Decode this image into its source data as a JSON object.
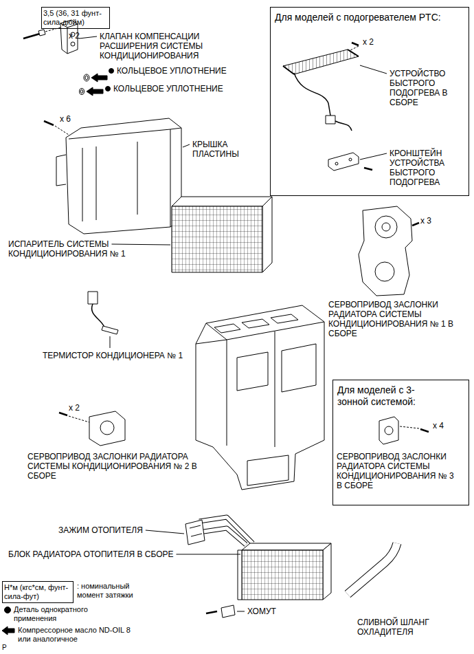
{
  "diagram": {
    "nodes": [
      {
        "text": [
          "3,5 (36, 31 фунт-сила-дюйм)"
        ]
      },
      {
        "text": [
          "Для моделей с подогревателем PTC:"
        ]
      },
      {
        "text": [
          "Для моделей с 3-зонной системой:"
        ]
      },
      {
        "text": [
          "Н*м (кгс*см, фунт-сила-фут)"
        ]
      }
    ],
    "labels": [
      "x 2",
      "КЛАПАН КОМПЕНСАЦИИ РАСШИРЕНИЯ СИСТЕМЫ КОНДИЦИОНИРОВАНИЯ",
      "КОЛЬЦЕВОЕ УПЛОТНЕНИЕ",
      "КОЛЬЦЕВОЕ УПЛОТНЕНИЕ",
      "x 6",
      "КРЫШКА ПЛАСТИНЫ",
      "ИСПАРИТЕЛЬ СИСТЕМЫ КОНДИЦИОНИРОВАНИЯ № 1",
      "x 2",
      "УСТРОЙСТВО БЫСТРОГО ПОДОГРЕВА В СБОРЕ",
      "КРОНШТЕЙН УСТРОЙСТВА БЫСТРОГО ПОДОГРЕВА",
      "x 3",
      "СЕРВОПРИВОД ЗАСЛОНКИ РАДИАТОРА СИСТЕМЫ КОНДИЦИОНИРОВАНИЯ № 1 В СБОРЕ",
      "ТЕРМИСТОР КОНДИЦИОНЕРА № 1",
      "x 2",
      "СЕРВОПРИВОД ЗАСЛОНКИ РАДИАТОРА СИСТЕМЫ КОНДИЦИОНИРОВАНИЯ № 2 В СБОРЕ",
      "x 4",
      "СЕРВОПРИВОД ЗАСЛОНКИ РАДИАТОРА СИСТЕМЫ КОНДИЦИОНИРОВАНИЯ № 3 В СБОРЕ",
      "ЗАЖИМ ОТОПИТЕЛЯ",
      "БЛОК РАДИАТОРА ОТОПИТЕЛЯ В СБОРЕ",
      "ХОМУТ",
      "СЛИВНОЙ ШЛАНГ ОХЛАДИТЕЛЯ",
      "P"
    ],
    "legend": [
      {
        "text": ": номинальный момент затяжки"
      },
      {
        "text": "Деталь однократного применения"
      },
      {
        "text": "Компрессорное масло ND-OIL 8 или аналогичное"
      }
    ]
  }
}
